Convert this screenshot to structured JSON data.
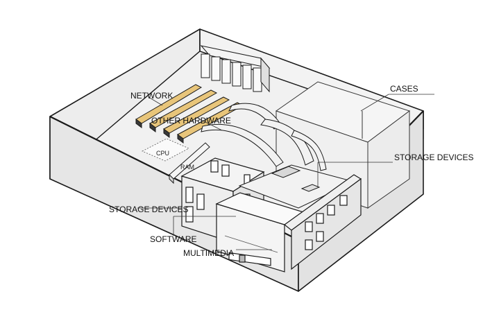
{
  "labels": {
    "network": "NETWORK",
    "other_hardware": "OTHER HARDWARE",
    "cpu": "CPU",
    "ram": "RAM",
    "cases": "CASES",
    "storage_devices_right": "STORAGE DEVICES",
    "storage_devices_left": "STORAGE DEVICES",
    "software": "SOFTWARE",
    "multimedia": "MULTIMEDIA"
  },
  "colors": {
    "outline": "#1a1a1a",
    "case_fill": "#eeeeee",
    "case_light": "#f4f4f4",
    "slot_gold": "#e8c57a",
    "slot_dark": "#3a3a3a",
    "component_fill": "#f7f7f7",
    "shadow": "#cfcfcf"
  }
}
